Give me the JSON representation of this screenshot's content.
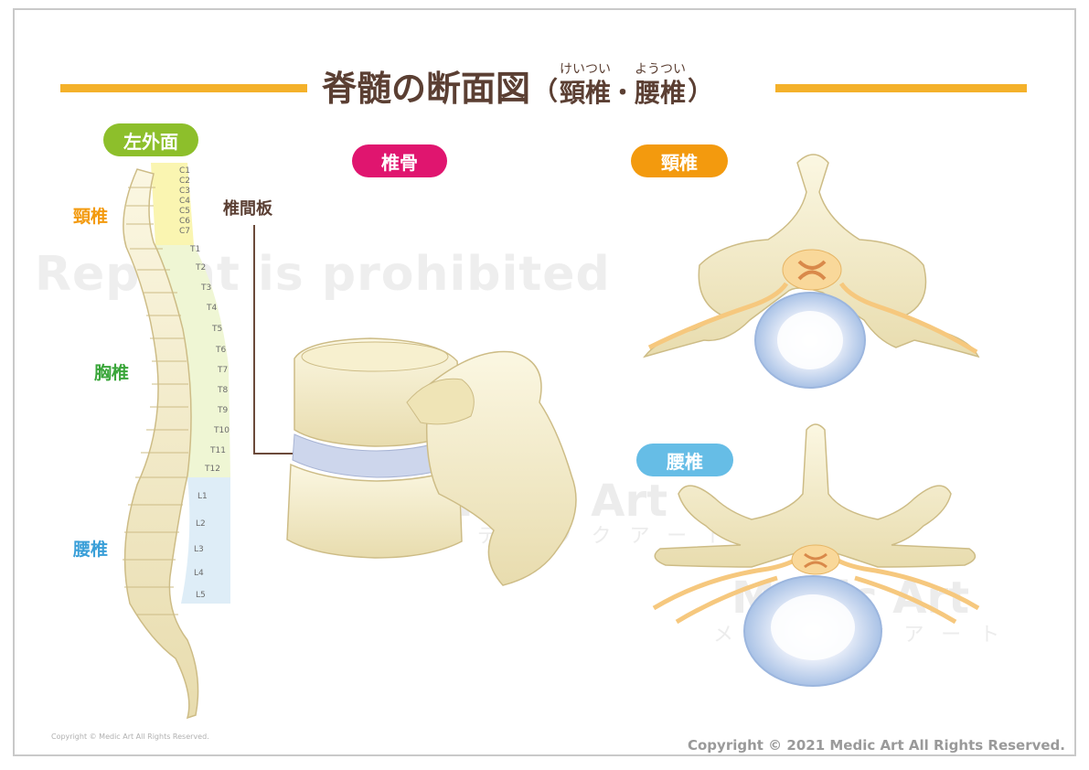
{
  "title": {
    "main": "脊髄の断面図",
    "paren_open": "（",
    "paren_close": "）",
    "cervical": {
      "ruby": "けいつい",
      "text": "頸椎"
    },
    "separator": "・",
    "lumbar": {
      "ruby": "ようつい",
      "text": "腰椎"
    }
  },
  "pills": {
    "left_side": "左外面",
    "vertebra": "椎骨",
    "cervical": "頸椎",
    "lumbar": "腰椎"
  },
  "spine_regions": {
    "cervical": "頸椎",
    "thoracic": "胸椎",
    "lumbar": "腰椎"
  },
  "intervertebral_disc": "椎間板",
  "vertebra_labels": {
    "cervical": [
      "C1",
      "C2",
      "C3",
      "C4",
      "C5",
      "C6",
      "C7"
    ],
    "thoracic": [
      "T1",
      "T2",
      "T3",
      "T4",
      "T5",
      "T6",
      "T7",
      "T8",
      "T9",
      "T10",
      "T11",
      "T12"
    ],
    "lumbar": [
      "L1",
      "L2",
      "L3",
      "L4",
      "L5"
    ]
  },
  "watermarks": {
    "reprint": "Reprint is prohibited",
    "logo": "Medic Art",
    "kana": "メディックアート"
  },
  "copyright": "Copyright © 2021 Medic Art All Rights Reserved.",
  "copyright_small": "Copyright © Medic Art All Rights Reserved.",
  "colors": {
    "title_bar": "#f4b12a",
    "title_text": "#5b3f33",
    "left_side_pill": "#8dbf2b",
    "vertebra_pill": "#e0156f",
    "cervical_pill": "#f39a0e",
    "lumbar_pill": "#66bde6",
    "cervical_text": "#f39a0e",
    "thoracic_text": "#3aa63a",
    "lumbar_text": "#3a9fd8",
    "bone": "#f3ecc8",
    "disc": "#cdd6ec",
    "nerve": "#f6c87e"
  }
}
